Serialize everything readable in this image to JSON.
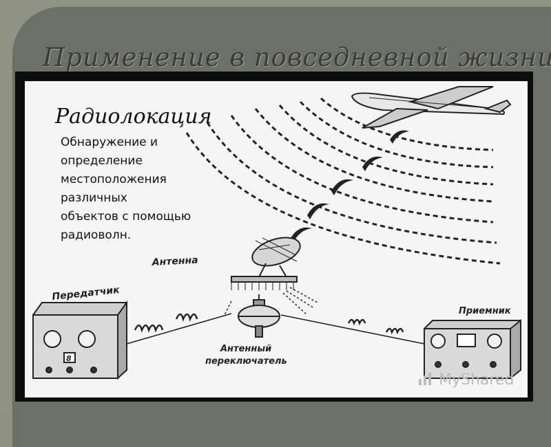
{
  "slide": {
    "title": "Применение  в повседневной жизни"
  },
  "content": {
    "heading": "Радиолокация",
    "description_lines": [
      "Обнаружение и",
      "определение",
      "местоположения",
      "различных",
      " объектов с помощью",
      "радиоволн."
    ]
  },
  "figure_labels": {
    "antenna": "Антенна",
    "transmitter": "Передатчик",
    "receiver": "Приемник",
    "switch_line1": "Антенный",
    "switch_line2": "переключатель",
    "transmitter_digit": "8"
  },
  "watermark": {
    "text": "MyShared",
    "icon": "bar-chart-icon"
  },
  "colors": {
    "background": "#8e9385",
    "frame": "#0d0d0d",
    "paper": "#f5f5f5",
    "title": "#3b3b3b"
  }
}
